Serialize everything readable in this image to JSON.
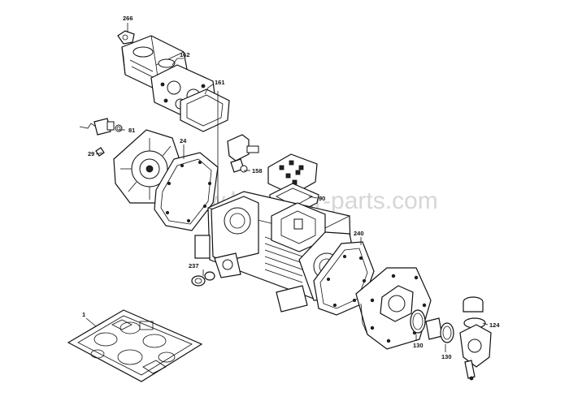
{
  "watermark": "www.hvacstar-parts.com",
  "callouts": {
    "c266": "266",
    "c162": "162",
    "c161": "161",
    "c81": "81",
    "c29": "29",
    "c24": "24",
    "c158": "158",
    "c90": "90",
    "c240": "240",
    "c237": "237",
    "c1": "1",
    "c124": "124",
    "c130a": "130",
    "c130b": "130"
  },
  "colors": {
    "line": "#111111",
    "background": "#ffffff",
    "watermark": "#c9c9c9"
  }
}
